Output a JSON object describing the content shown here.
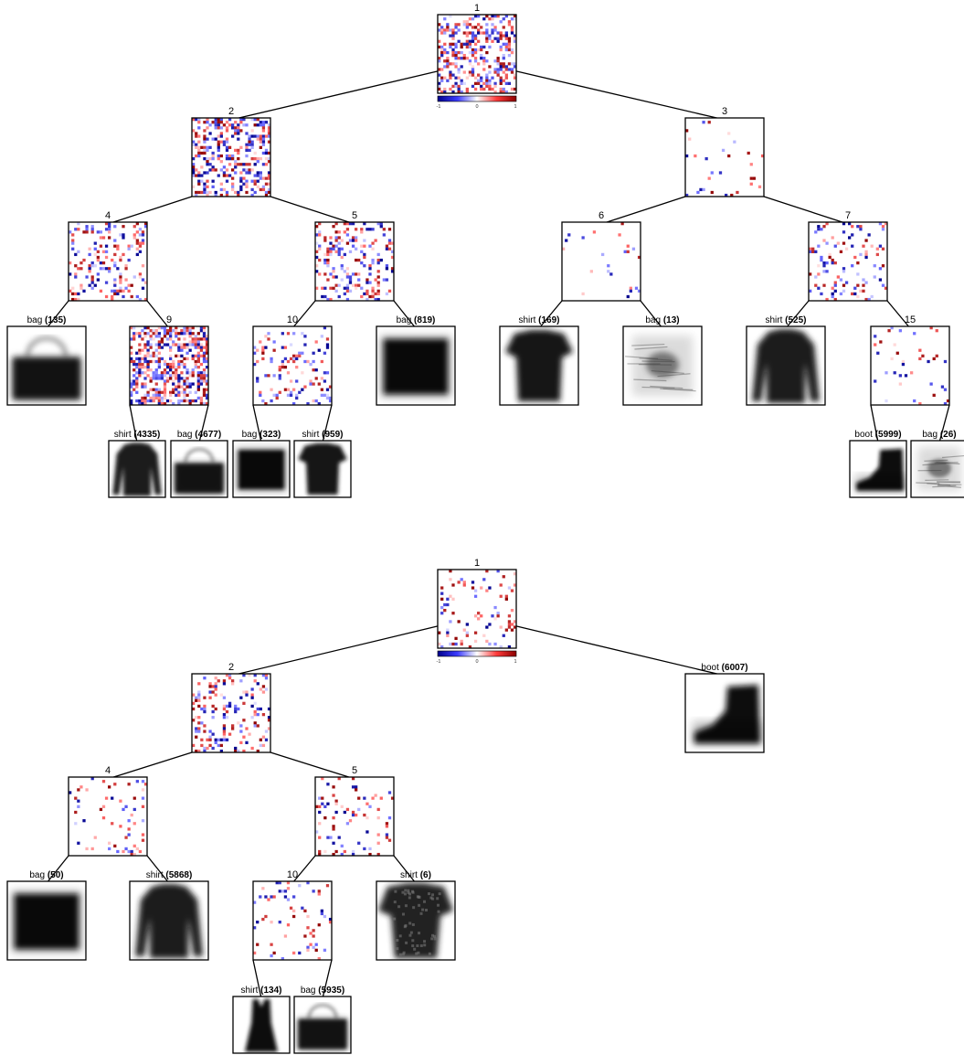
{
  "colorbar": {
    "min_label": "-1",
    "mid_label": "0",
    "max_label": "1"
  },
  "trees": [
    {
      "name": "upper",
      "internal_nodes": [
        {
          "id": "1",
          "label": "1",
          "children": [
            "2",
            "3"
          ],
          "density": 0.42
        },
        {
          "id": "2",
          "label": "2",
          "children": [
            "4",
            "5"
          ],
          "density": 0.38
        },
        {
          "id": "3",
          "label": "3",
          "children": [
            "6",
            "7"
          ],
          "density": 0.05
        },
        {
          "id": "4",
          "label": "4",
          "children": [
            "L135",
            "9"
          ],
          "density": 0.22
        },
        {
          "id": "5",
          "label": "5",
          "children": [
            "10",
            "L819"
          ],
          "density": 0.25
        },
        {
          "id": "6",
          "label": "6",
          "children": [
            "L169",
            "L13"
          ],
          "density": 0.04
        },
        {
          "id": "7",
          "label": "7",
          "children": [
            "L525",
            "15"
          ],
          "density": 0.14
        },
        {
          "id": "9",
          "label": "9",
          "children": [
            "L4335",
            "L4677"
          ],
          "density": 0.55
        },
        {
          "id": "10",
          "label": "10",
          "children": [
            "L323",
            "L959"
          ],
          "density": 0.16
        },
        {
          "id": "15",
          "label": "15",
          "children": [
            "L5999",
            "L26"
          ],
          "density": 0.06
        }
      ],
      "leaves": [
        {
          "id": "L135",
          "class": "bag",
          "count": "(135)",
          "shape": "bag-handle"
        },
        {
          "id": "L819",
          "class": "bag",
          "count": "(819)",
          "shape": "bag-box"
        },
        {
          "id": "L169",
          "class": "shirt",
          "count": "(169)",
          "shape": "tshirt"
        },
        {
          "id": "L13",
          "class": "bag",
          "count": "(13)",
          "shape": "blur"
        },
        {
          "id": "L525",
          "class": "shirt",
          "count": "(525)",
          "shape": "longsleeve"
        },
        {
          "id": "L4335",
          "class": "shirt",
          "count": "(4335)",
          "shape": "longsleeve"
        },
        {
          "id": "L4677",
          "class": "bag",
          "count": "(4677)",
          "shape": "bag-handle"
        },
        {
          "id": "L323",
          "class": "bag",
          "count": "(323)",
          "shape": "bag-box"
        },
        {
          "id": "L959",
          "class": "shirt",
          "count": "(959)",
          "shape": "tshirt"
        },
        {
          "id": "L5999",
          "class": "boot",
          "count": "(5999)",
          "shape": "boot"
        },
        {
          "id": "L26",
          "class": "bag",
          "count": "(26)",
          "shape": "blur"
        }
      ]
    },
    {
      "name": "lower",
      "internal_nodes": [
        {
          "id": "1",
          "label": "1",
          "children": [
            "2",
            "L6007"
          ],
          "density": 0.1
        },
        {
          "id": "2",
          "label": "2",
          "children": [
            "4",
            "5"
          ],
          "density": 0.2
        },
        {
          "id": "4",
          "label": "4",
          "children": [
            "L50",
            "L5868"
          ],
          "density": 0.07
        },
        {
          "id": "5",
          "label": "5",
          "children": [
            "10",
            "L6"
          ],
          "density": 0.09
        },
        {
          "id": "10",
          "label": "10",
          "children": [
            "L134",
            "L5935"
          ],
          "density": 0.1
        }
      ],
      "leaves": [
        {
          "id": "L6007",
          "class": "boot",
          "count": "(6007)",
          "shape": "boot"
        },
        {
          "id": "L50",
          "class": "bag",
          "count": "(50)",
          "shape": "bag-box"
        },
        {
          "id": "L5868",
          "class": "shirt",
          "count": "(5868)",
          "shape": "longsleeve"
        },
        {
          "id": "L6",
          "class": "shirt",
          "count": "(6)",
          "shape": "tshirt-pattern"
        },
        {
          "id": "L134",
          "class": "shirt",
          "count": "(134)",
          "shape": "dress"
        },
        {
          "id": "L5935",
          "class": "bag",
          "count": "(5935)",
          "shape": "bag-handle"
        }
      ]
    }
  ]
}
